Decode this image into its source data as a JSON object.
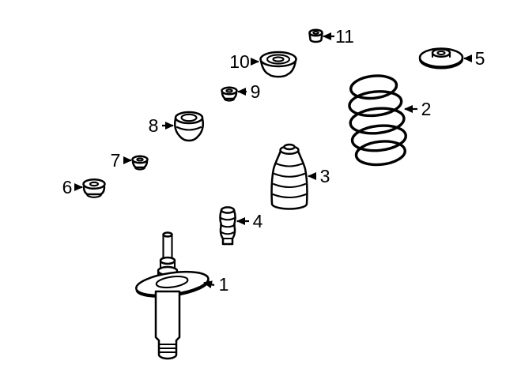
{
  "diagram": {
    "background_color": "#ffffff",
    "line_color": "#000000",
    "callouts": [
      {
        "number": "1"
      },
      {
        "number": "2"
      },
      {
        "number": "3"
      },
      {
        "number": "4"
      },
      {
        "number": "5"
      },
      {
        "number": "6"
      },
      {
        "number": "7"
      },
      {
        "number": "8"
      },
      {
        "number": "9"
      },
      {
        "number": "10"
      },
      {
        "number": "11"
      }
    ]
  }
}
